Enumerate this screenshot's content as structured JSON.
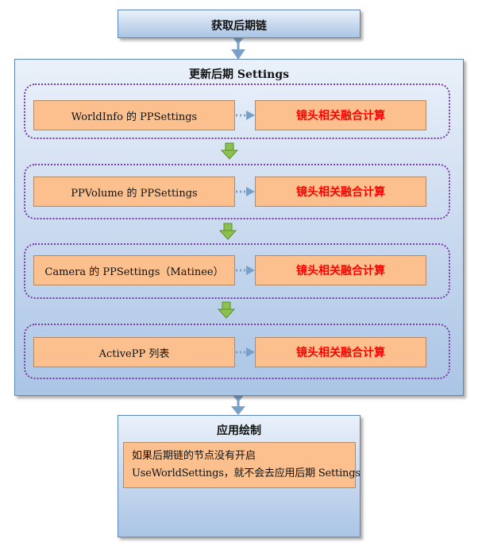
{
  "top_box": {
    "title": "获取后期链"
  },
  "update_panel": {
    "title": "更新后期 Settings",
    "rows": [
      {
        "source": "WorldInfo 的 PPSettings",
        "target": "镜头相关融合计算"
      },
      {
        "source": "PPVolume 的 PPSettings",
        "target": "镜头相关融合计算"
      },
      {
        "source": "Camera 的 PPSettings（Matinee）",
        "target": "镜头相关融合计算"
      },
      {
        "source": "ActivePP 列表",
        "target": "镜头相关融合计算"
      }
    ]
  },
  "apply_box": {
    "title": "应用绘制",
    "note_line1": "如果后期链的节点没有开启",
    "note_line2": "UseWorldSettings，就不会去应用后期 Settings"
  },
  "colors": {
    "panel_border": "#5b86b6",
    "node_fill": "#fbc08e",
    "group_border": "#7a3ca8",
    "highlight_text": "#ff0000",
    "down_arrow": "#8cc04f",
    "connector": "#7aa0c8"
  }
}
